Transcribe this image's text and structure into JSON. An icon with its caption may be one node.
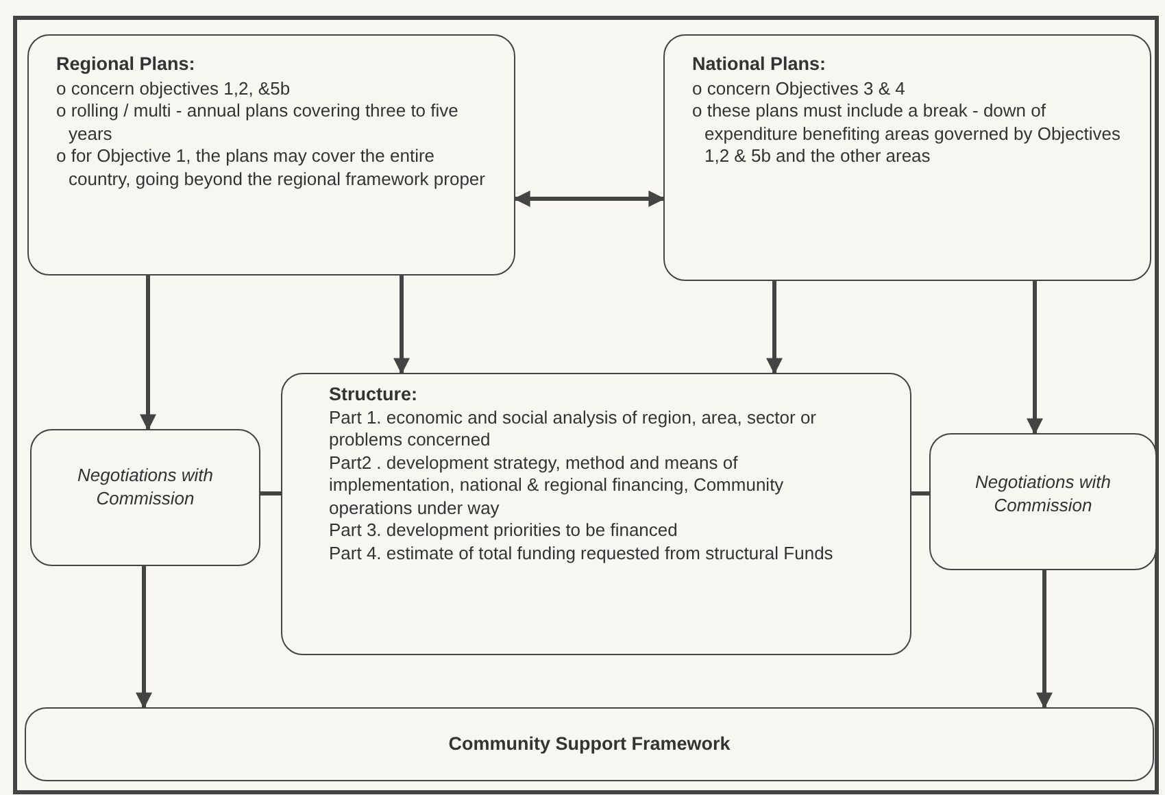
{
  "diagram": {
    "nodes": [
      {
        "text": [
          "Regional Plans:",
          "o concern objectives 1,2, &5b",
          "o rolling / multi - annual plans covering three to five years",
          "o for Objective 1, the plans may cover the entire country, going beyond the regional framework proper"
        ]
      },
      {
        "text": [
          "National Plans:",
          "o concern Objectives 3 & 4",
          "o these plans must include a break - down of expenditure benefiting areas governed by Objectives 1,2 & 5b and the other areas"
        ]
      },
      {
        "text": [
          "Structure:",
          "Part 1.  economic and social analysis of region, area, sector or problems concerned",
          "Part2 .  development strategy, method and means of implementation, national & regional financing, Community operations under way",
          "Part 3.  development priorities to be financed",
          "Part 4.  estimate of total funding requested from structural Funds"
        ]
      },
      {
        "text": [
          "Negotiations with Commission"
        ]
      },
      {
        "text": [
          "Negotiations with Commission"
        ]
      },
      {
        "text": [
          "Community Support Framework"
        ]
      }
    ],
    "edges": [
      {
        "from": 0,
        "to": 1,
        "arrow": "both"
      },
      {
        "from": 0,
        "to": 3,
        "arrow": "to"
      },
      {
        "from": 0,
        "to": 2,
        "arrow": "to"
      },
      {
        "from": 1,
        "to": 2,
        "arrow": "to"
      },
      {
        "from": 1,
        "to": 4,
        "arrow": "to"
      },
      {
        "from": 3,
        "to": 2,
        "arrow": "none"
      },
      {
        "from": 2,
        "to": 4,
        "arrow": "none"
      },
      {
        "from": 3,
        "to": 5,
        "arrow": "to"
      },
      {
        "from": 4,
        "to": 5,
        "arrow": "to"
      }
    ]
  }
}
